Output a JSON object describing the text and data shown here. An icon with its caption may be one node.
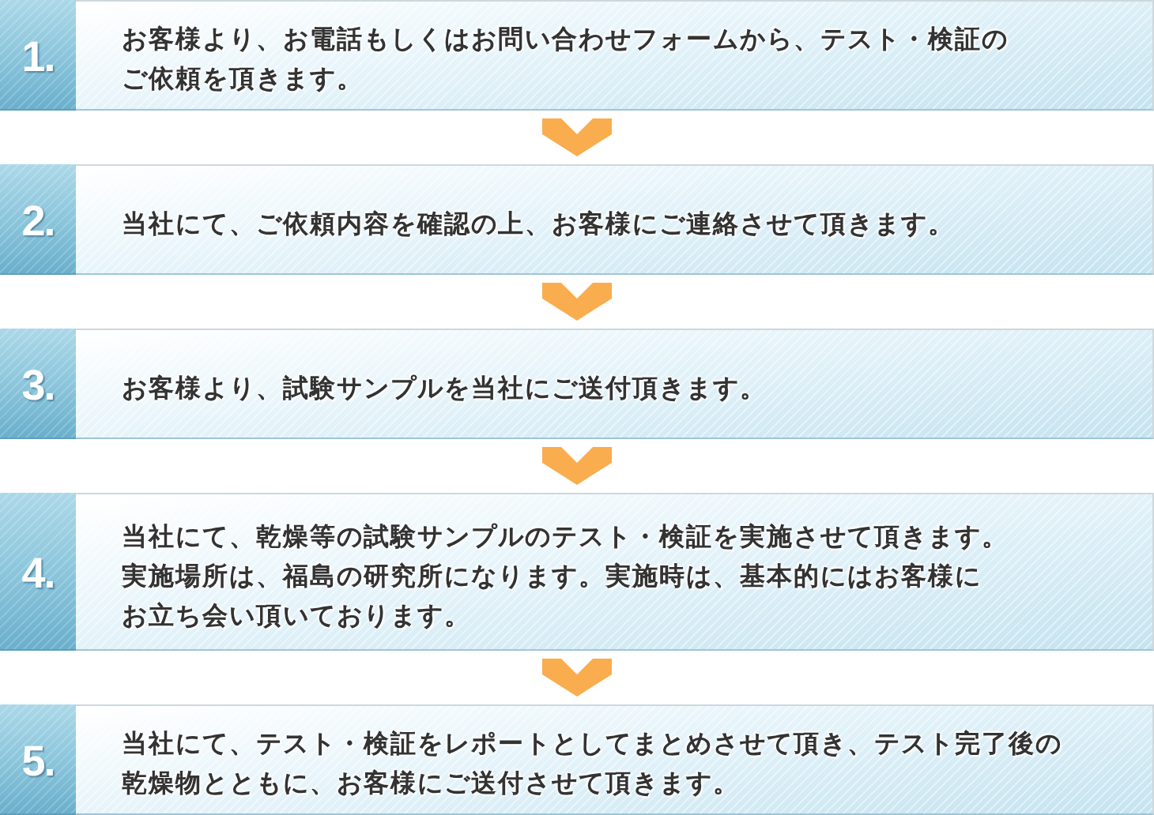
{
  "diagram": {
    "nodes": [
      {
        "text": [
          "1.",
          "お客様より、お電話もしくはお問い合わせフォームから、テスト・検証のご依頼を頂きます。"
        ]
      },
      {
        "text": [
          "2.",
          "当社にて、ご依頼内容を確認の上、お客様にご連絡させて頂きます。"
        ]
      },
      {
        "text": [
          "3.",
          "お客様より、試験サンプルを当社にご送付頂きます。"
        ]
      },
      {
        "text": [
          "4.",
          "当社にて、乾燥等の試験サンプルのテスト・検証を実施させて頂きます。実施場所は、福島の研究所になります。実施時は、基本的にはお客様にお立ち会い頂いております。"
        ]
      },
      {
        "text": [
          "5.",
          "当社にて、テスト・検証をレポートとしてまとめさせて頂き、テスト完了後の乾燥物とともに、お客様にご送付させて頂きます。"
        ]
      }
    ],
    "edges": [
      {
        "from": 0,
        "to": 1,
        "arrow": "to"
      },
      {
        "from": 1,
        "to": 2,
        "arrow": "to"
      },
      {
        "from": 2,
        "to": 3,
        "arrow": "to"
      },
      {
        "from": 3,
        "to": 4,
        "arrow": "to"
      }
    ]
  }
}
